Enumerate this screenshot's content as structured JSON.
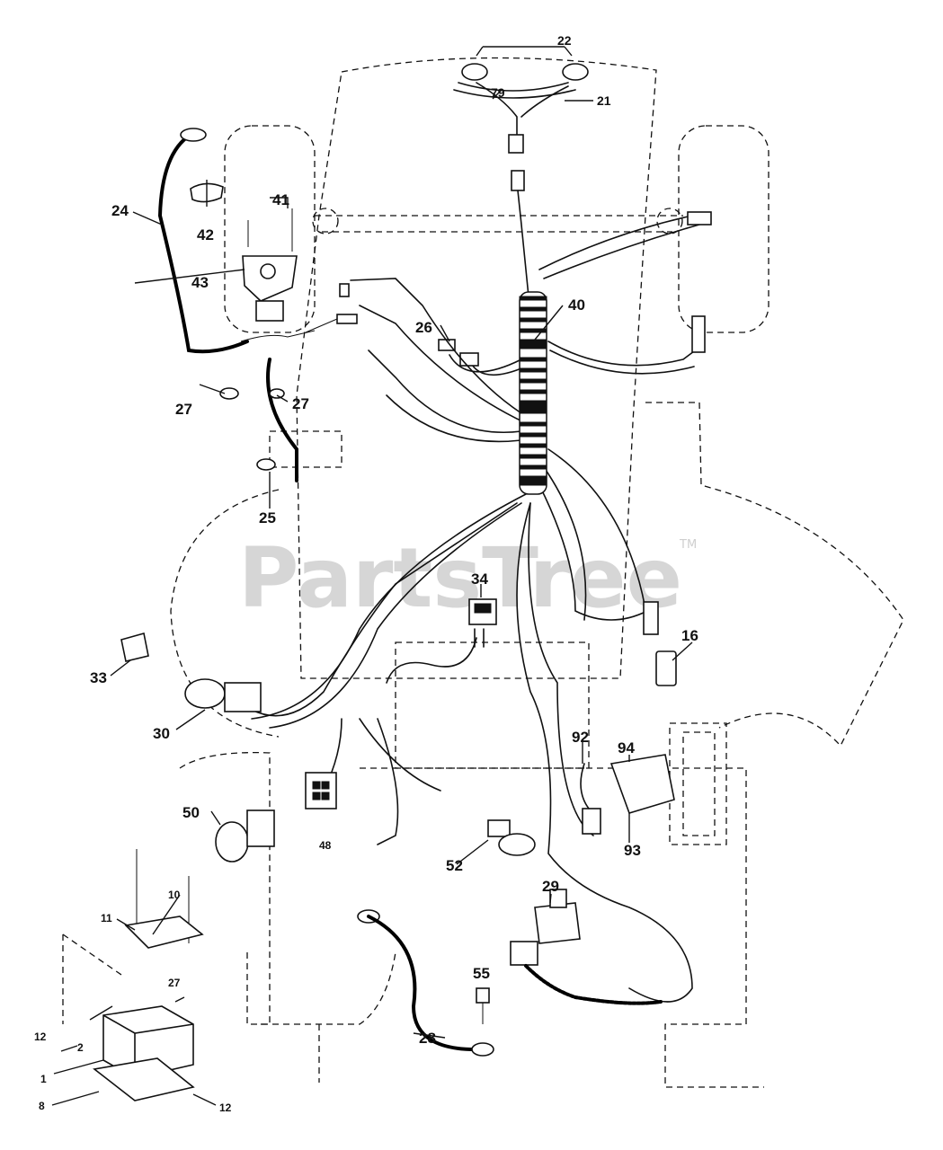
{
  "diagram": {
    "watermark": "PartsTree",
    "watermark_mark": "TM",
    "callouts": [
      "22",
      "79",
      "21",
      "24",
      "41",
      "42",
      "43",
      "40",
      "26",
      "27",
      "27",
      "25",
      "34",
      "33",
      "16",
      "30",
      "92",
      "94",
      "93",
      "50",
      "52",
      "48",
      "29",
      "10",
      "11",
      "27",
      "55",
      "12",
      "2",
      "28",
      "1",
      "8",
      "12"
    ]
  }
}
